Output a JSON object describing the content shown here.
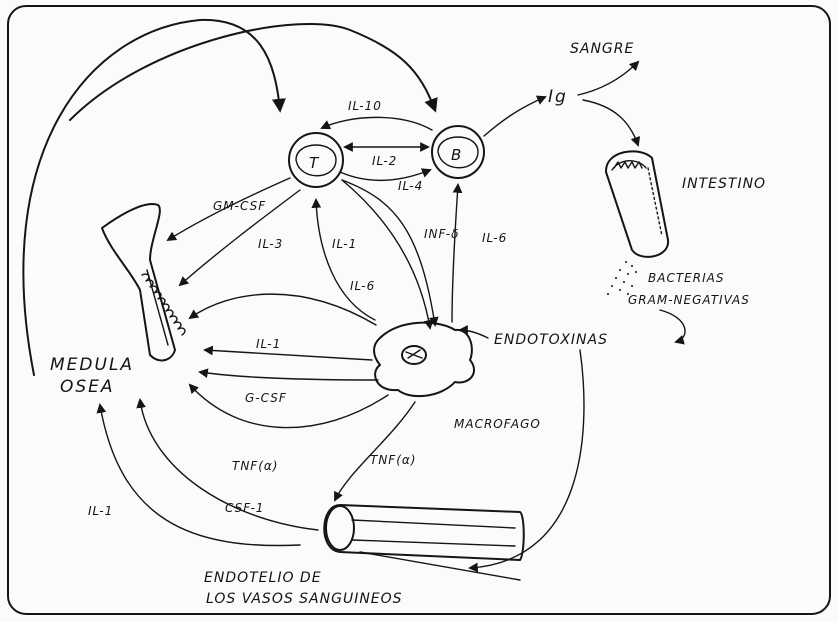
{
  "sites": {
    "medula_line1": "MEDULA",
    "medula_line2": "OSEA",
    "sangre": "SANGRE",
    "ig": "Ig",
    "intestino": "INTESTINO",
    "bacterias_line1": "BACTERIAS",
    "bacterias_line2": "GRAM-NEGATIVAS",
    "endotoxinas": "ENDOTOXINAS",
    "macrofago": "MACROFAGO",
    "endotelio_line1": "ENDOTELIO DE",
    "endotelio_line2": "LOS VASOS SANGUINEOS"
  },
  "cells": {
    "t_cell": "T",
    "b_cell": "B"
  },
  "mediators": {
    "il10": "IL-10",
    "il2": "IL-2",
    "il4": "IL-4",
    "gmcsf": "GM-CSF",
    "il3": "IL-3",
    "il1_upper": "IL-1",
    "il6_upper": "IL-6",
    "infg": "INF-δ",
    "il6_right": "IL-6",
    "il1_mid": "IL-1",
    "gcsf": "G-CSF",
    "tnf_left": "TNF(α)",
    "tnf_right": "TNF(α)",
    "il1_low": "IL-1",
    "csf1": "CSF-1"
  },
  "colors": {
    "ink": "#151515",
    "paper": "#fbfbfb"
  }
}
